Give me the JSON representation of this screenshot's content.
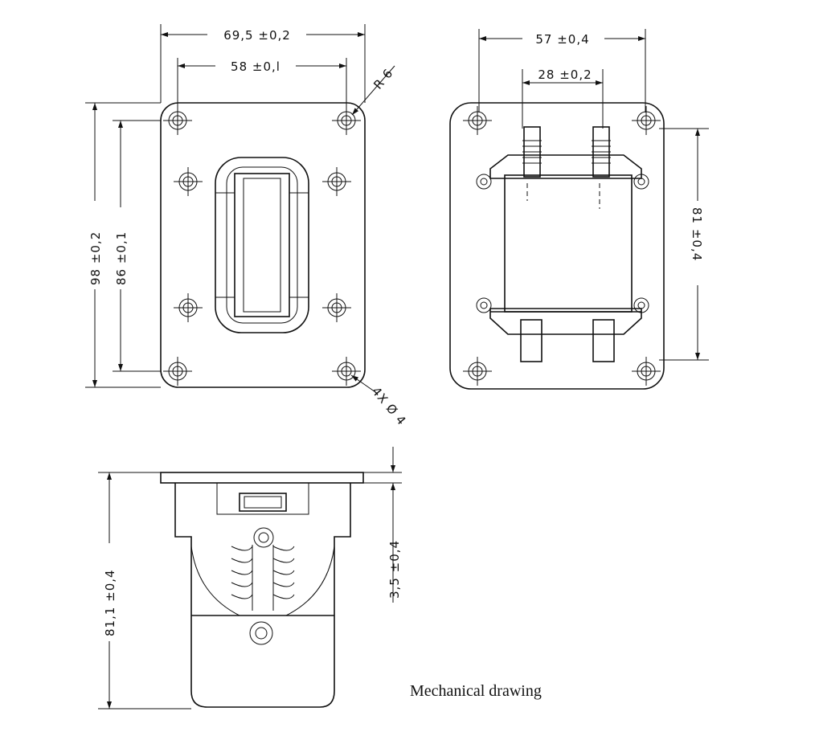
{
  "caption": "Mechanical drawing",
  "top_view": {
    "width_overall": "69,5 ±0,2",
    "width_holes": "58 ±0,l",
    "corner_radius": "R 6",
    "height_overall": "98 ±0,2",
    "height_holes": "86 ±0,1",
    "hole_spec": "4X Ø 4"
  },
  "side_view": {
    "width_holes": "57 ±0,4",
    "pin_spacing": "28 ±0,2",
    "height_holes": "81 ±0,4"
  },
  "front_view": {
    "height_overall": "81,1 ±0,4",
    "flange_thickness": "3,5 ±0,4"
  }
}
